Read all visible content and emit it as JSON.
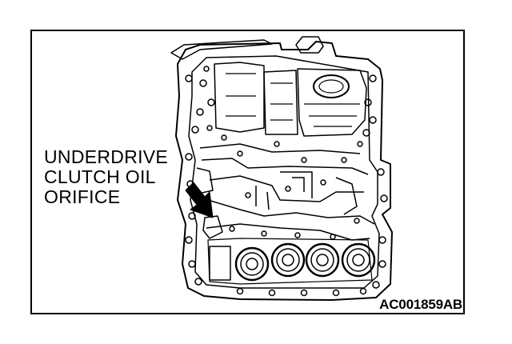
{
  "callout": {
    "line1": "UNDERDRIVE",
    "line2": "CLUTCH OIL",
    "line3": "ORIFICE"
  },
  "figure_code": "AC001859AB",
  "colors": {
    "ink": "#000000",
    "paper": "#ffffff"
  },
  "icons": {
    "pointer": "arrow-icon"
  }
}
